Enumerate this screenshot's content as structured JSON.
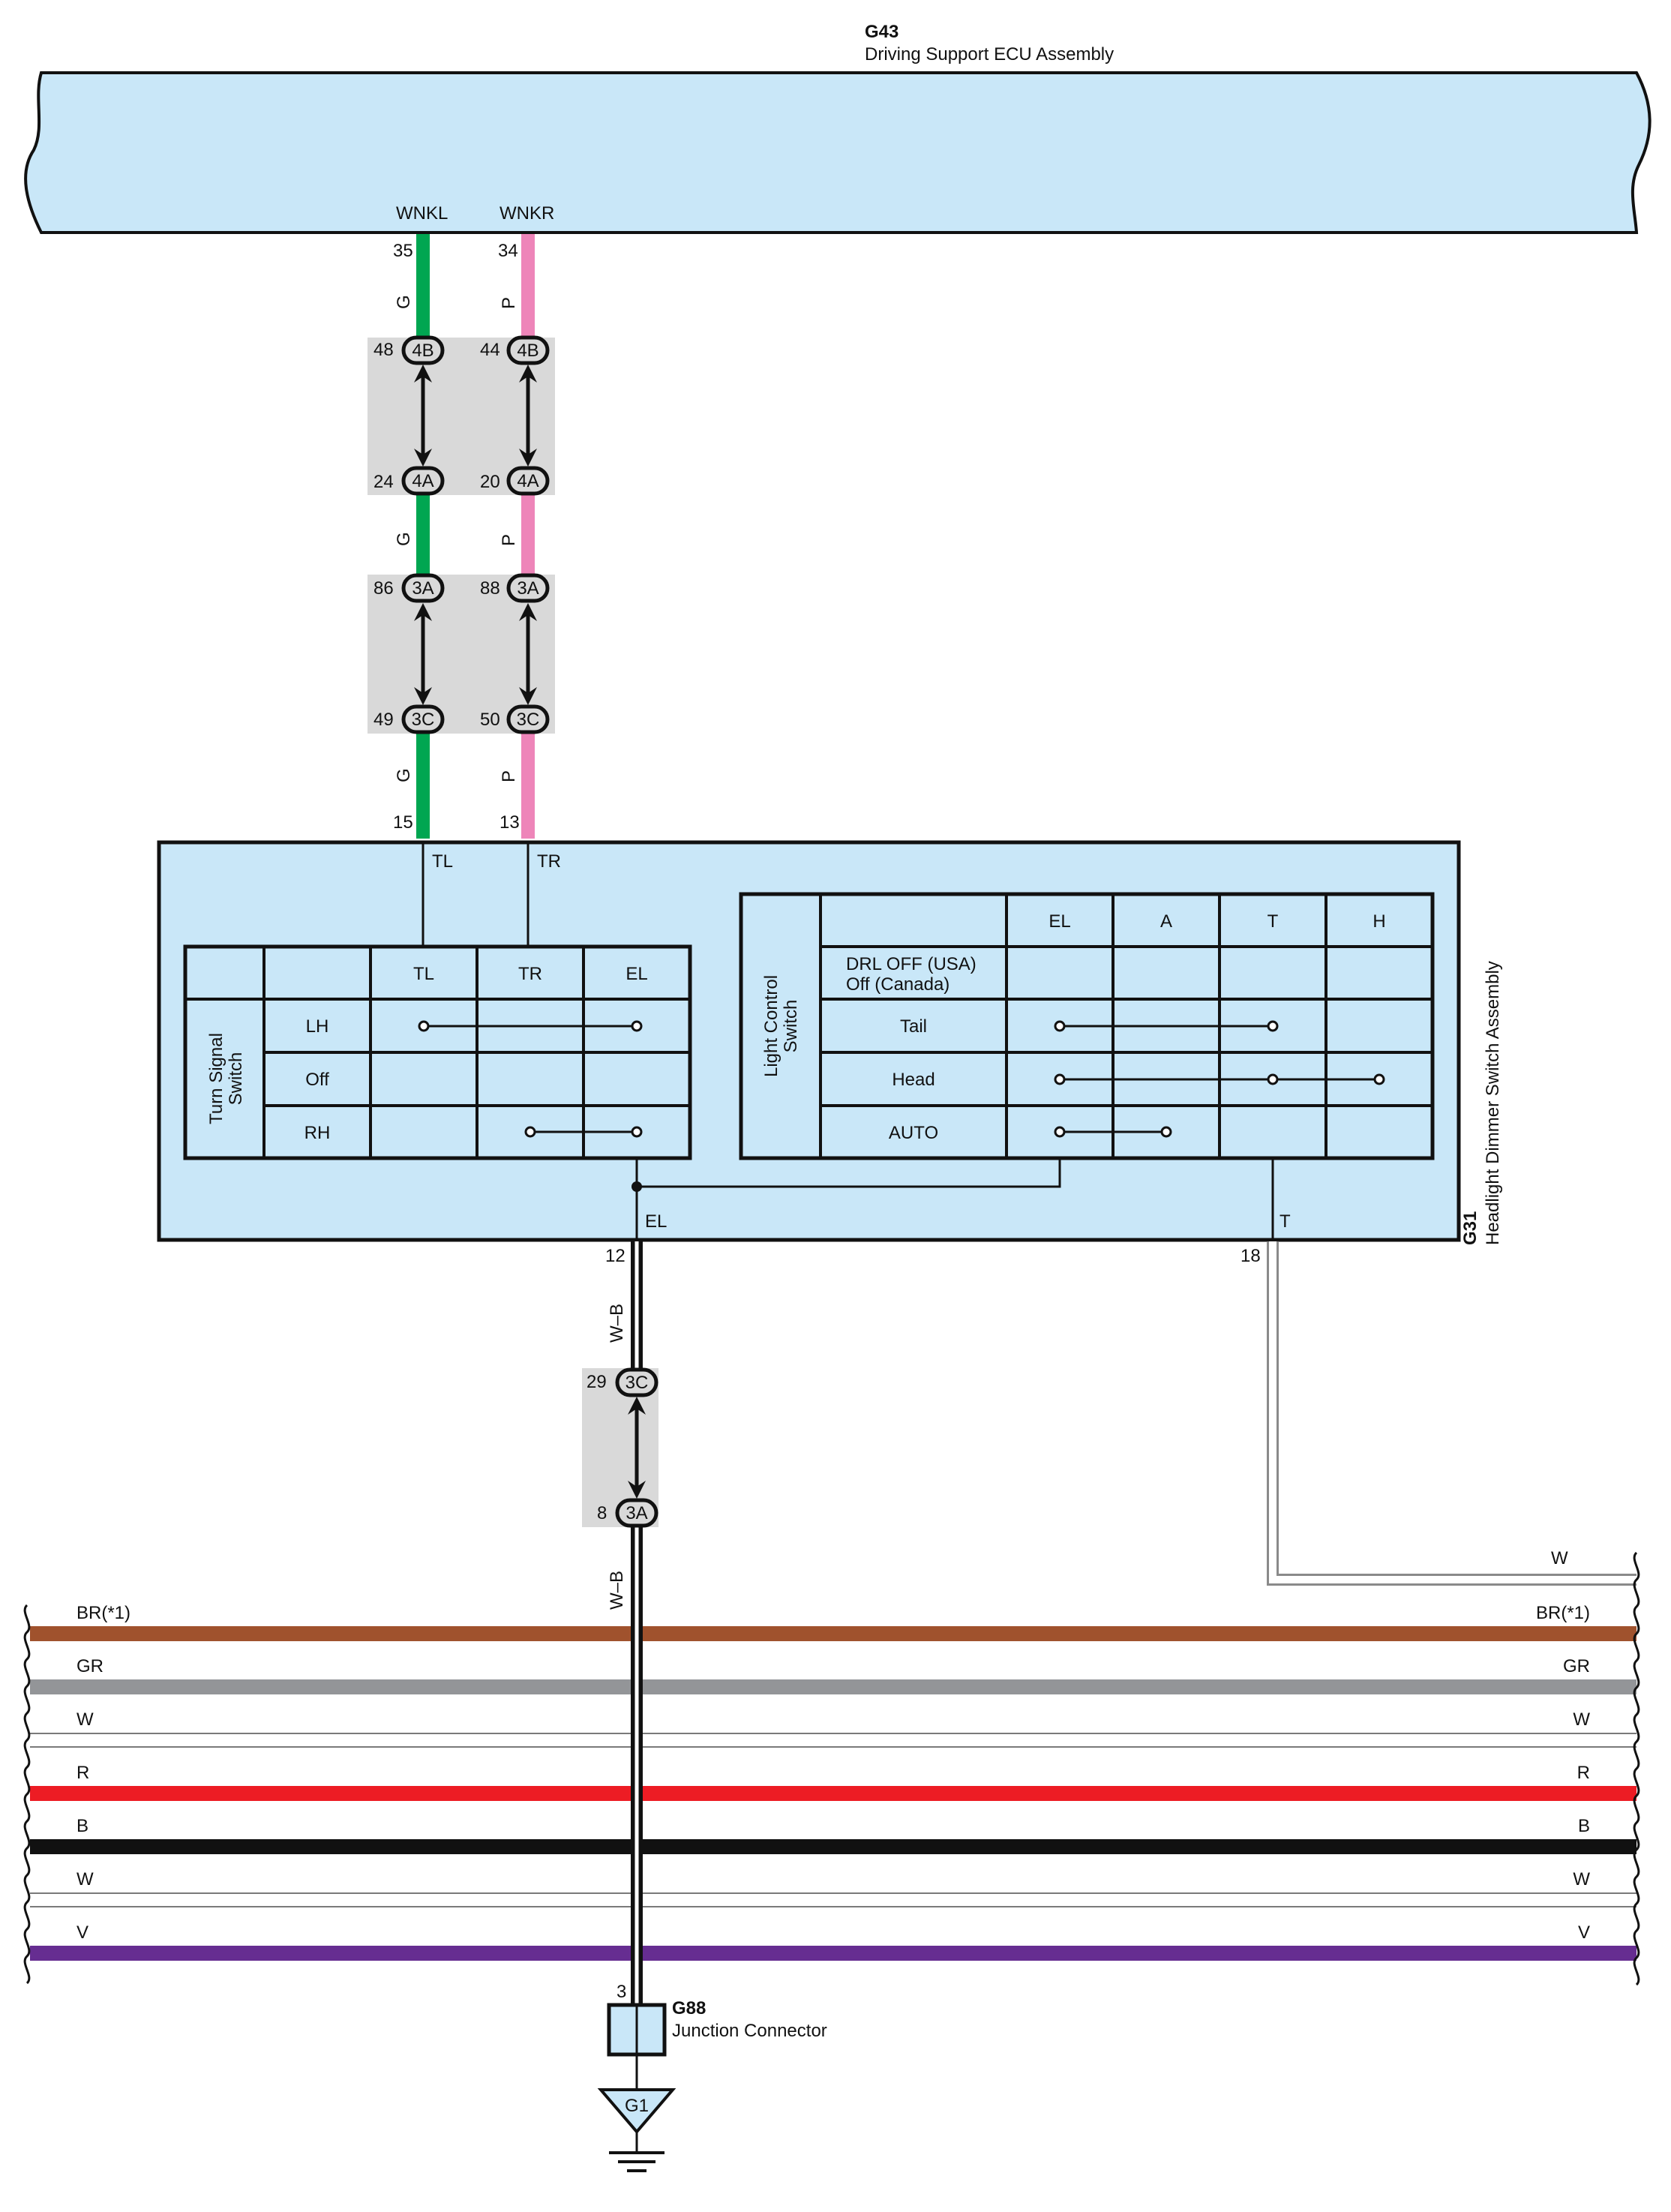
{
  "ecu": {
    "code": "G43",
    "name": "Driving Support ECU Assembly",
    "pin_left_name": "WNKL",
    "pin_right_name": "WNKR",
    "pin_left_num": "35",
    "pin_right_num": "34"
  },
  "wires": {
    "left_color": "G",
    "right_color": "P",
    "green_hex": "#00a651",
    "pink_hex": "#ee85b9",
    "wb_color": "W–B"
  },
  "connectors": [
    {
      "left_num": "48",
      "left_id": "4B",
      "right_num": "44",
      "right_id": "4B",
      "bottom_left_num": "24",
      "bottom_left_id": "4A",
      "bottom_right_num": "20",
      "bottom_right_id": "4A"
    },
    {
      "left_num": "86",
      "left_id": "3A",
      "right_num": "88",
      "right_id": "3A",
      "bottom_left_num": "49",
      "bottom_left_id": "3C",
      "bottom_right_num": "50",
      "bottom_right_id": "3C"
    }
  ],
  "switch": {
    "code": "G31",
    "name": "Headlight Dimmer Switch Assembly",
    "pin_tl_num": "15",
    "pin_tr_num": "13",
    "pin_tl": "TL",
    "pin_tr": "TR",
    "pin_el": "EL",
    "pin_el_num": "12",
    "pin_t": "T",
    "pin_t_num": "18",
    "turn_table": {
      "title_line1": "Turn Signal",
      "title_line2": "Switch",
      "headers": [
        "TL",
        "TR",
        "EL"
      ],
      "rows": [
        "LH",
        "Off",
        "RH"
      ]
    },
    "light_table": {
      "title_line1": "Light Control",
      "title_line2": "Switch",
      "headers": [
        "EL",
        "A",
        "T",
        "H"
      ],
      "rows": [
        "DRL OFF (USA)",
        "Off (Canada)",
        "Tail",
        "Head",
        "AUTO"
      ]
    }
  },
  "lower_connector": {
    "top_num": "29",
    "top_id": "3C",
    "bottom_num": "8",
    "bottom_id": "3A"
  },
  "harness": [
    {
      "label_left": "BR(*1)",
      "label_right": "BR(*1)",
      "hex": "#a0522d"
    },
    {
      "label_left": "GR",
      "label_right": "GR",
      "hex": "#939598"
    },
    {
      "label_left": "W",
      "label_right": "W",
      "hex": "#ffffff"
    },
    {
      "label_left": "R",
      "label_right": "R",
      "hex": "#ed1c24"
    },
    {
      "label_left": "B",
      "label_right": "B",
      "hex": "#111111"
    },
    {
      "label_left": "W",
      "label_right": "W",
      "hex": "#ffffff"
    },
    {
      "label_left": "V",
      "label_right": "V",
      "hex": "#662d91"
    }
  ],
  "t_wire_label": "W",
  "junction": {
    "code": "G88",
    "name": "Junction Connector",
    "pin": "3"
  },
  "ground": {
    "code": "G1"
  },
  "colors": {
    "component_fill": "#c9e7f8",
    "connector_box": "#d9d9d9"
  }
}
